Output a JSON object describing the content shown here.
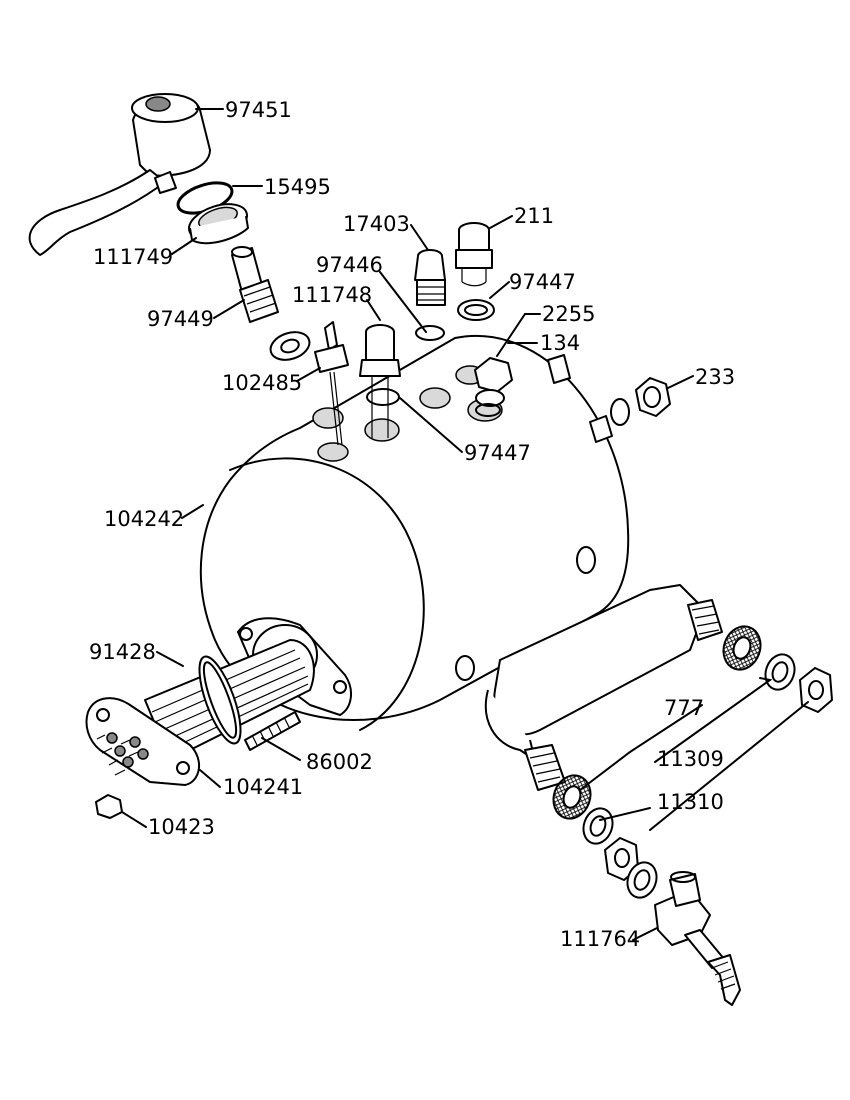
{
  "labels": {
    "l97451": "97451",
    "l15495": "15495",
    "l111749": "111749",
    "l17403": "17403",
    "l211": "211",
    "l97446": "97446",
    "l97447a": "97447",
    "l111748": "111748",
    "l97449": "97449",
    "l2255": "2255",
    "l134": "134",
    "l233": "233",
    "l102485": "102485",
    "l97447b": "97447",
    "l104242": "104242",
    "l91428": "91428",
    "l777": "777",
    "l11309": "11309",
    "l86002": "86002",
    "l104241": "104241",
    "l11310": "11310",
    "l10423": "10423",
    "l111764": "111764"
  }
}
